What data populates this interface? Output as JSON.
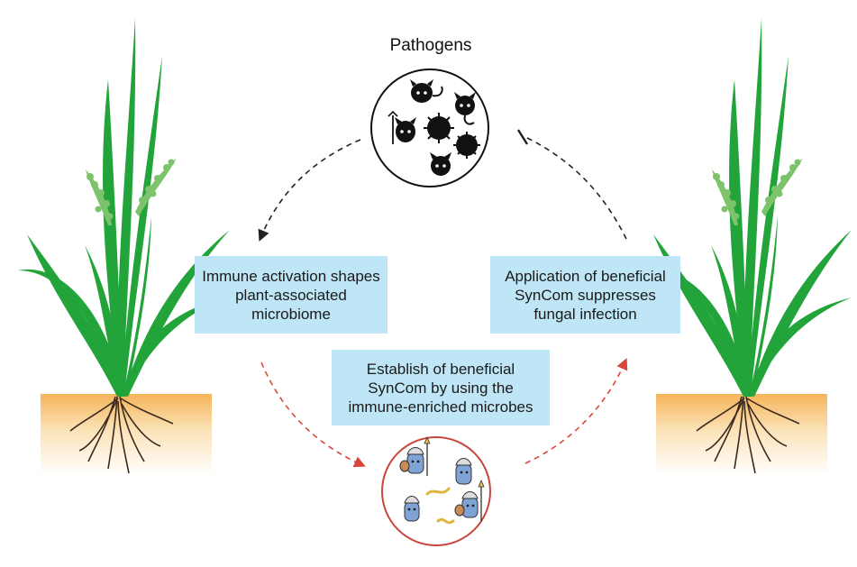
{
  "title": "Pathogens",
  "boxes": {
    "immune": "Immune activation shapes plant-associated microbiome",
    "establish": "Establish of beneficial SynCom by using the immune-enriched microbes",
    "application": "Application of beneficial SynCom suppresses fungal infection"
  },
  "colors": {
    "box_fill": "#bfe6f7",
    "plant_green": "#23a43a",
    "soil": "#f6c27a",
    "pathogen_arrow": "#222222",
    "beneficial_arrow": "#d9473a",
    "beneficial_circle": "#c9463d"
  }
}
